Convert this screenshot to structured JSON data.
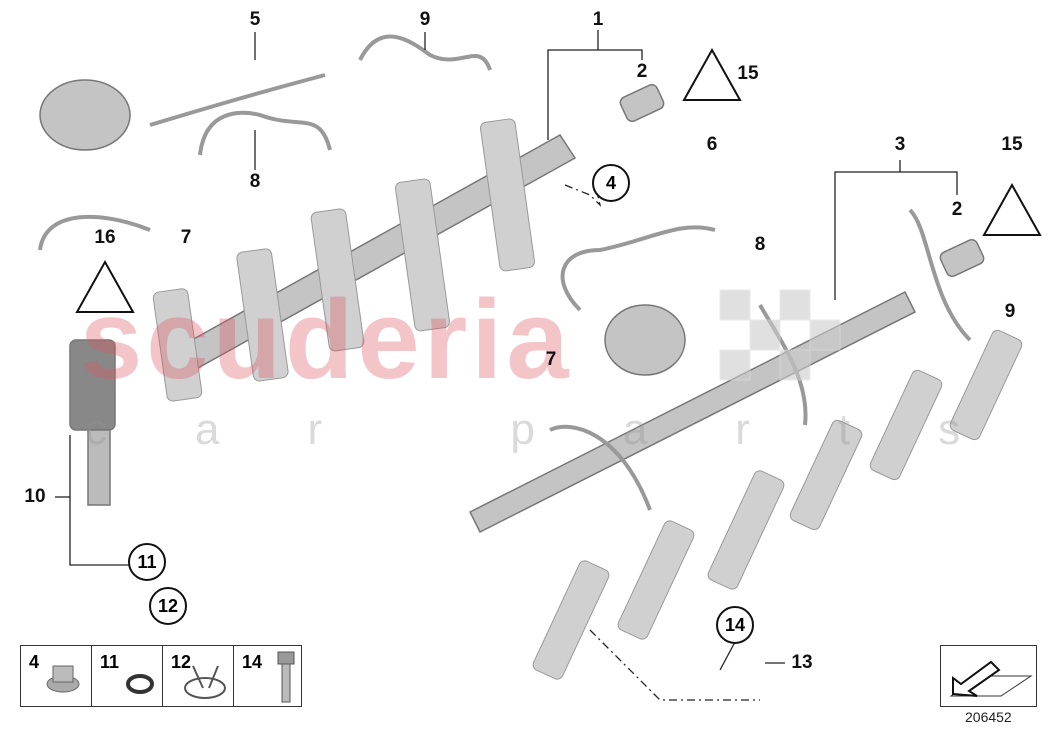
{
  "watermark": {
    "brand": "scuderia",
    "tagline": "car parts"
  },
  "callouts": {
    "c1": "1",
    "c2a": "2",
    "c15a": "15",
    "c5": "5",
    "c9a": "9",
    "c8a": "8",
    "c16": "16",
    "c7a": "7",
    "c4": "4",
    "c6": "6",
    "c3": "3",
    "c15b": "15",
    "c2b": "2",
    "c8b": "8",
    "c9b": "9",
    "c7b": "7",
    "c10": "10",
    "c11": "11",
    "c12": "12",
    "c14": "14",
    "c13": "13"
  },
  "legend": [
    {
      "label": "4",
      "icon": "flange-nut-icon"
    },
    {
      "label": "11",
      "icon": "o-ring-icon"
    },
    {
      "label": "12",
      "icon": "retaining-clip-icon"
    },
    {
      "label": "14",
      "icon": "bolt-icon"
    }
  ],
  "diagram_id": "206452",
  "colors": {
    "part": "#b8b8b8",
    "part_dark": "#555555",
    "watermark": "#dc5a64"
  }
}
